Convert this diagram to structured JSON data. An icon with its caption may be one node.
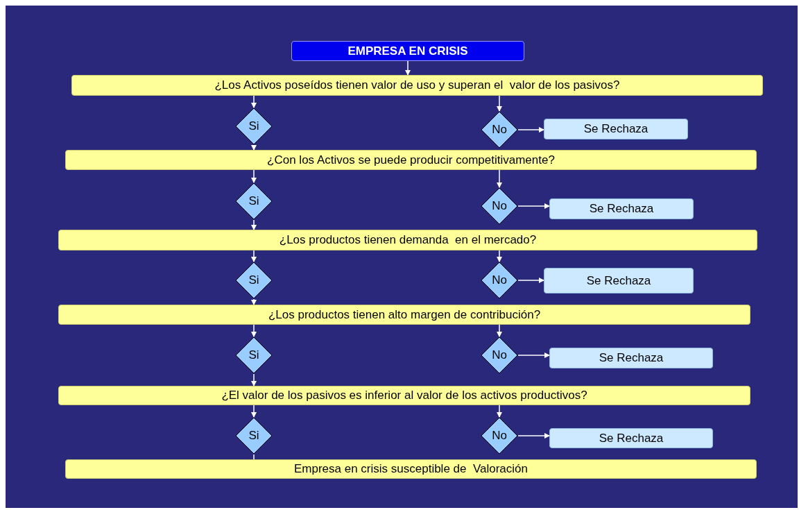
{
  "diagram": {
    "nodes": [
      {
        "text": [
          "EMPRESA EN CRISIS"
        ]
      },
      {
        "text": [
          "¿Los Activos poseídos tienen valor de uso y superan el  valor de los pasivos?"
        ]
      },
      {
        "text": [
          "Si"
        ]
      },
      {
        "text": [
          "No"
        ]
      },
      {
        "text": [
          "Se Rechaza"
        ]
      },
      {
        "text": [
          "¿Con los Activos se puede producir competitivamente?"
        ]
      },
      {
        "text": [
          "Si"
        ]
      },
      {
        "text": [
          "No"
        ]
      },
      {
        "text": [
          "Se Rechaza"
        ]
      },
      {
        "text": [
          "¿Los productos tienen demanda  en el mercado?"
        ]
      },
      {
        "text": [
          "Si"
        ]
      },
      {
        "text": [
          "No"
        ]
      },
      {
        "text": [
          "Se Rechaza"
        ]
      },
      {
        "text": [
          "¿Los productos tienen alto margen de contribución?"
        ]
      },
      {
        "text": [
          "Si"
        ]
      },
      {
        "text": [
          "No"
        ]
      },
      {
        "text": [
          "Se Rechaza"
        ]
      },
      {
        "text": [
          "¿El valor de los pasivos es inferior al valor de los activos productivos?"
        ]
      },
      {
        "text": [
          "Si"
        ]
      },
      {
        "text": [
          "No"
        ]
      },
      {
        "text": [
          "Se Rechaza"
        ]
      },
      {
        "text": [
          "Empresa en crisis susceptible de  Valoración"
        ]
      }
    ],
    "edges": [
      {
        "from": 0,
        "to": 1,
        "arrow": "to"
      },
      {
        "from": 1,
        "to": 2,
        "arrow": "to"
      },
      {
        "from": 1,
        "to": 3,
        "arrow": "to"
      },
      {
        "from": 3,
        "to": 4,
        "arrow": "to"
      },
      {
        "from": 2,
        "to": 5,
        "arrow": "to"
      },
      {
        "from": 5,
        "to": 6,
        "arrow": "to"
      },
      {
        "from": 5,
        "to": 7,
        "arrow": "to"
      },
      {
        "from": 7,
        "to": 8,
        "arrow": "to"
      },
      {
        "from": 6,
        "to": 9,
        "arrow": "to"
      },
      {
        "from": 9,
        "to": 10,
        "arrow": "to"
      },
      {
        "from": 9,
        "to": 11,
        "arrow": "to"
      },
      {
        "from": 11,
        "to": 12,
        "arrow": "to"
      },
      {
        "from": 10,
        "to": 13,
        "arrow": "to"
      },
      {
        "from": 13,
        "to": 14,
        "arrow": "to"
      },
      {
        "from": 13,
        "to": 15,
        "arrow": "to"
      },
      {
        "from": 15,
        "to": 16,
        "arrow": "to"
      },
      {
        "from": 14,
        "to": 17,
        "arrow": "to"
      },
      {
        "from": 17,
        "to": 18,
        "arrow": "to"
      },
      {
        "from": 17,
        "to": 19,
        "arrow": "to"
      },
      {
        "from": 19,
        "to": 20,
        "arrow": "to"
      },
      {
        "from": 18,
        "to": 21,
        "arrow": "none"
      }
    ]
  }
}
